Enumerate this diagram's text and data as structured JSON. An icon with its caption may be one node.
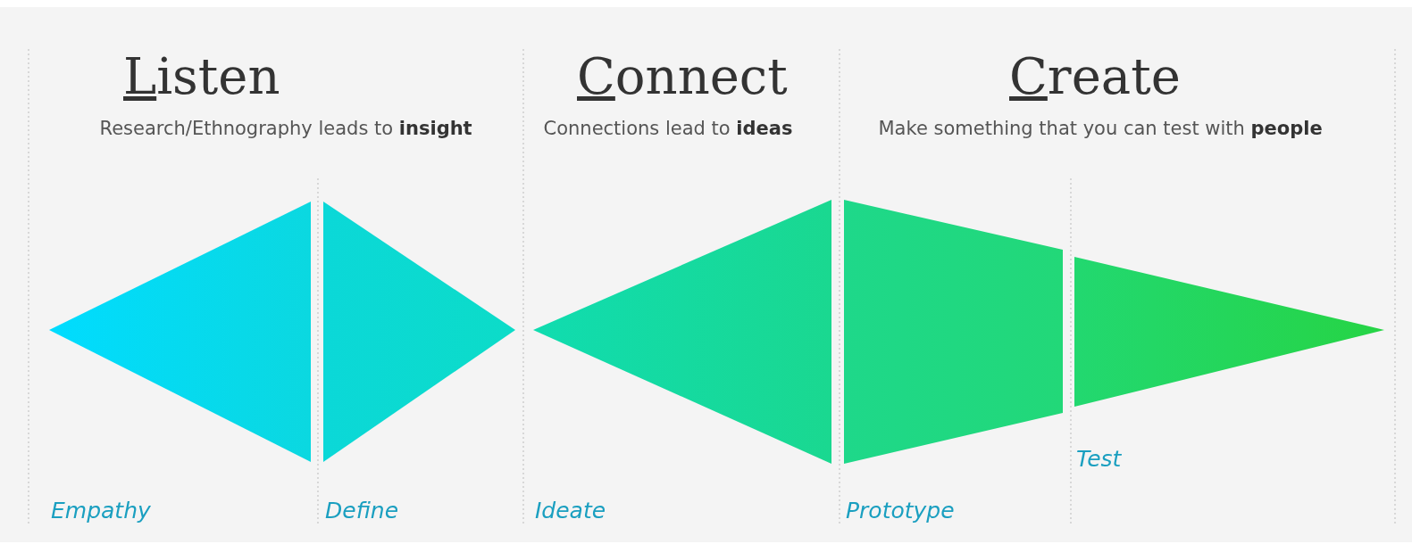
{
  "diagram": {
    "nodes": [
      {
        "text": [
          "Empathy"
        ]
      },
      {
        "text": [
          "Define"
        ]
      },
      {
        "text": [
          "Ideate"
        ]
      },
      {
        "text": [
          "Prototype"
        ]
      },
      {
        "text": [
          "Test"
        ]
      }
    ],
    "labels": [
      "Listen",
      "Research/Ethnography leads to **insight**",
      "Connect",
      "Connections lead to **ideas**",
      "Create",
      "Make something that you can test with **people**"
    ]
  }
}
